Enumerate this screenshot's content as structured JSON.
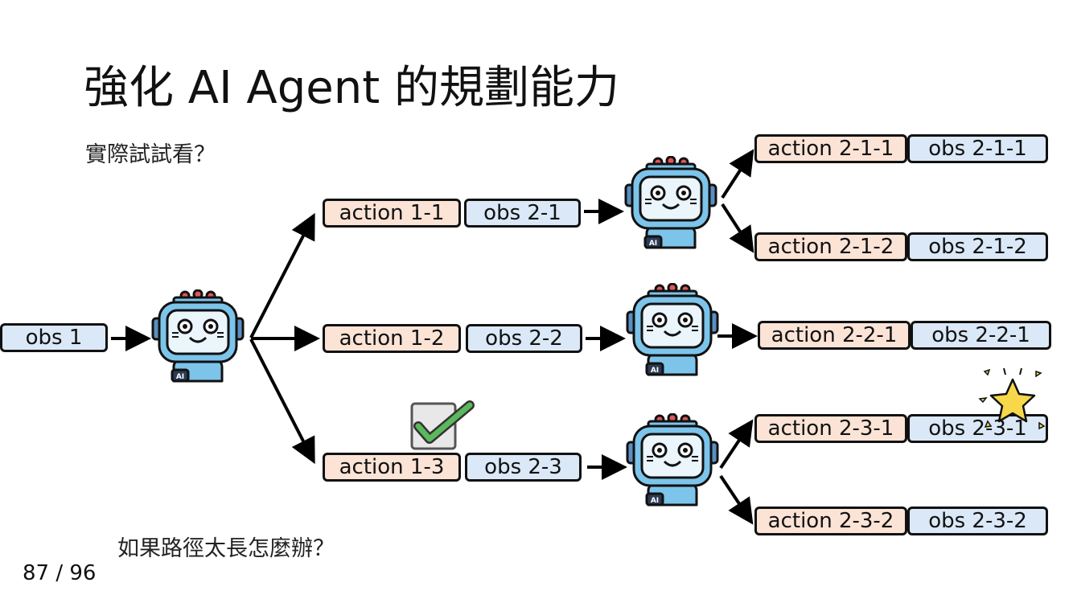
{
  "slide": {
    "title": "強化 AI Agent 的規劃能力",
    "subtitle": "實際試試看？",
    "bottom_question": "如果路徑太長怎麼辦？",
    "page_number": "87 / 96"
  },
  "tree": {
    "root_obs": "obs 1",
    "robot_badge": "AI",
    "level1": [
      {
        "action": "action 1-1",
        "obs": "obs 2-1"
      },
      {
        "action": "action 1-2",
        "obs": "obs 2-2"
      },
      {
        "action": "action 1-3",
        "obs": "obs 2-3"
      }
    ],
    "level2": [
      {
        "action": "action 2-1-1",
        "obs": "obs 2-1-1"
      },
      {
        "action": "action 2-1-2",
        "obs": "obs 2-1-2"
      },
      {
        "action": "action 2-2-1",
        "obs": "obs 2-2-1"
      },
      {
        "action": "action 2-3-1",
        "obs": "obs 2-3-1"
      },
      {
        "action": "action 2-3-2",
        "obs": "obs 2-3-2"
      }
    ],
    "checked_branch": "action 1-3",
    "starred_leaf": "obs 2-3-1"
  },
  "colors": {
    "action_fill": "#fbe3d6",
    "obs_fill": "#dae8f7",
    "robot_body": "#7cc4ea",
    "robot_antenna": "#e05757",
    "check_green": "#5cb85c",
    "star_yellow": "#f7d84a"
  },
  "icons": [
    "robot-icon",
    "checkbox-check-icon",
    "star-sparkle-icon"
  ]
}
